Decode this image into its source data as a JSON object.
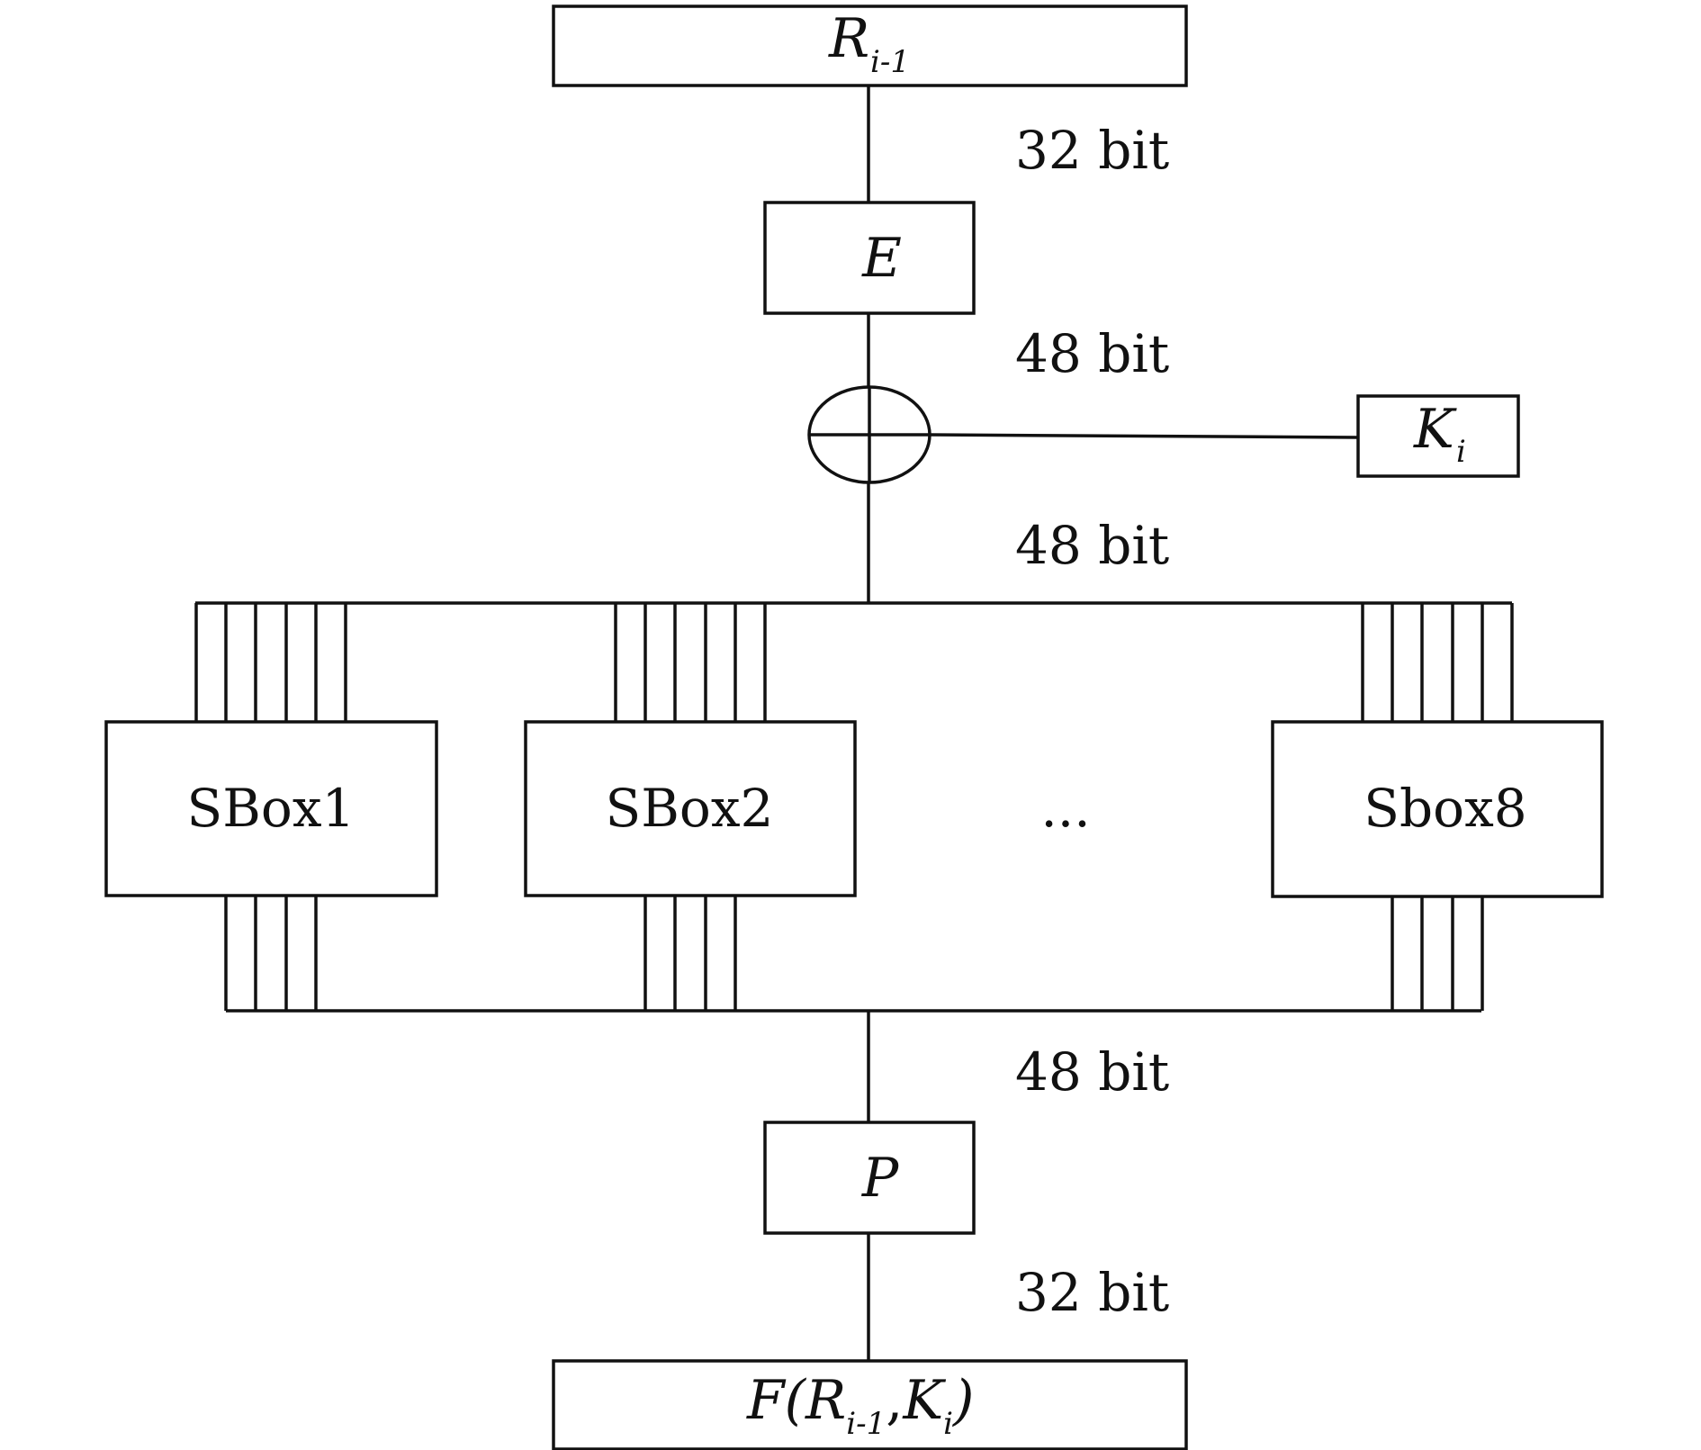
{
  "nodes": {
    "input": {
      "main": "R",
      "sub": "i-1"
    },
    "expansion": {
      "label": "E"
    },
    "xor_key": {
      "main": "K",
      "sub": "i"
    },
    "permutation": {
      "label": "P"
    },
    "output": {
      "prefix": "F(",
      "r_main": "R",
      "r_sub": "i-1",
      "comma": ",",
      "k_main": "K",
      "k_sub": "i",
      "suffix": ")"
    }
  },
  "sboxes": [
    {
      "label": "SBox1"
    },
    {
      "label": "SBox2"
    },
    {
      "label": "Sbox8"
    }
  ],
  "ellipsis": "...",
  "bit_labels": {
    "after_input": "32 bit",
    "after_expansion": "48 bit",
    "after_xor": "48 bit",
    "after_sboxes": "48 bit",
    "after_permutation": "32 bit"
  }
}
